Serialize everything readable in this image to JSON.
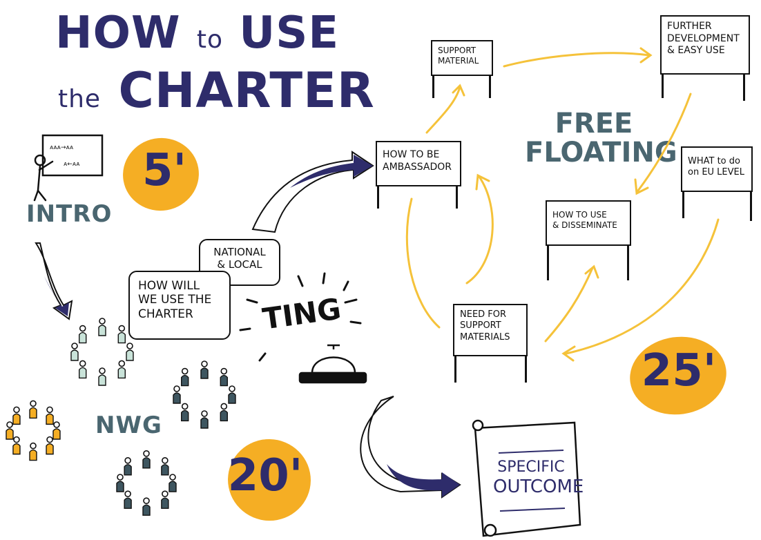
{
  "title": {
    "line1_big1": "HOW",
    "line1_small": "to",
    "line1_big2": "USE",
    "line2_small": "the",
    "line2_big": "CHARTER"
  },
  "phases": {
    "intro": {
      "label": "INTRO",
      "time": "5'"
    },
    "nwg": {
      "label": "NWG",
      "time": "20'"
    },
    "free_floating": {
      "line1": "FREE",
      "line2": "FLOATING",
      "time": "25'"
    }
  },
  "speech_bubbles": {
    "how_will": {
      "line1": "HOW WILL",
      "line2": "WE USE THE",
      "line3": "CHARTER"
    },
    "national": {
      "line1": "NATIONAL",
      "line2": "& LOCAL"
    }
  },
  "ting": "TING",
  "signs": {
    "support_material": {
      "line1": "SUPPORT",
      "line2": "MATERIAL"
    },
    "further_development": {
      "line1": "FURTHER",
      "line2": "DEVELOPMENT",
      "line3": "& EASY USE"
    },
    "ambassador": {
      "line1": "HOW TO BE",
      "line2": "AMBASSADOR"
    },
    "eu_level": {
      "line1": "WHAT to do",
      "line2": "on EU LEVEL"
    },
    "disseminate": {
      "line1": "HOW TO USE",
      "line2": "& DISSEMINATE"
    },
    "need_support": {
      "line1": "NEED for",
      "line2": "SUPPORT",
      "line3": "MATERIALS"
    }
  },
  "outcome": {
    "line1": "SPECIFIC",
    "line2": "OUTCOME"
  },
  "colors": {
    "navy": "#2e2c6b",
    "orange": "#f5ae24",
    "teal": "#4a6670",
    "arrow_yellow": "#f5c23a",
    "person_mint": "#c9e3d9",
    "person_slate": "#3e5660"
  }
}
